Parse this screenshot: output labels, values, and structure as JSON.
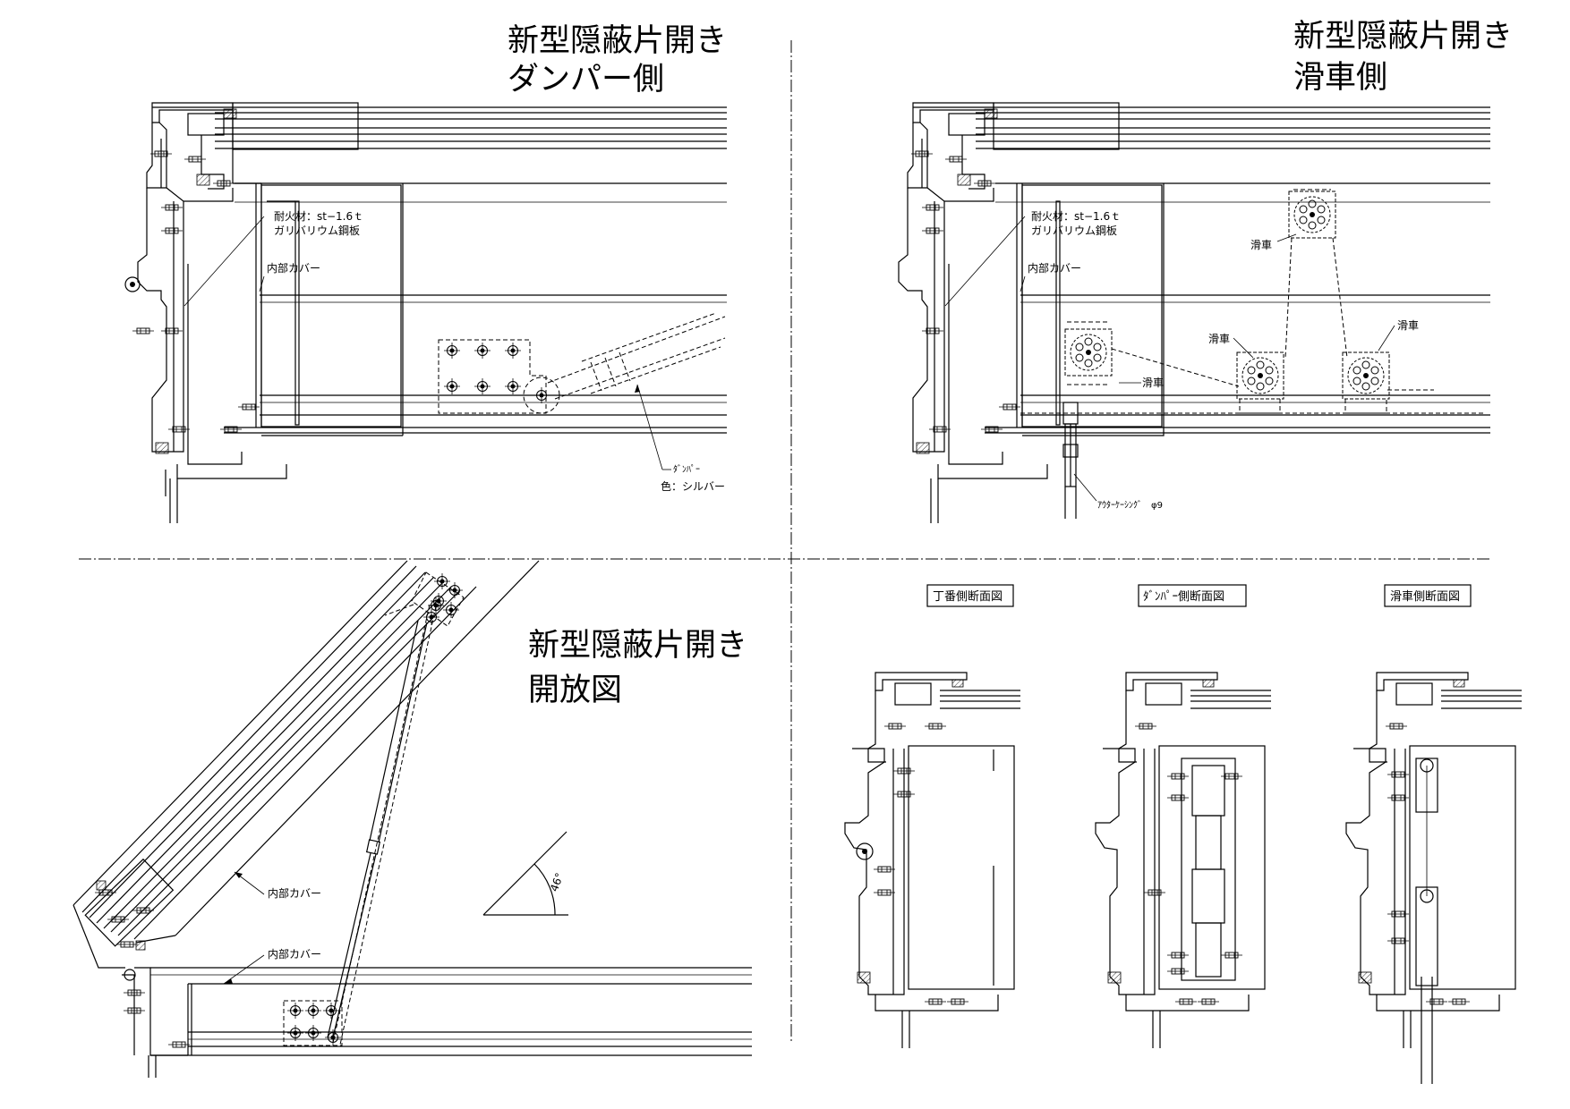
{
  "titles": {
    "top_left": [
      "新型隠蔽片開き",
      "ダンパー側"
    ],
    "top_right": [
      "新型隠蔽片開き",
      "滑車側"
    ],
    "bottom_left": [
      "新型隠蔽片開き",
      "開放図"
    ]
  },
  "labels": {
    "fireproof_1": "耐火材：st−1.6ｔ",
    "fireproof_2": "ガリバリウム鋼板",
    "inner_cover": "内部カバー",
    "damper": "ﾀﾞﾝﾊﾟｰ",
    "damper_color": "色：シルバー",
    "pulley": "滑車",
    "outer_casing": "ｱｳﾀｰｹｰｼﾝｸﾞ　φ9",
    "angle": "46°"
  },
  "section_boxes": [
    "丁番側断面図",
    "ﾀﾞﾝﾊﾟｰ側断面図",
    "滑車側断面図"
  ],
  "icons": [
    "bolt-symbol",
    "pulley-symbol",
    "hatch-fill"
  ]
}
